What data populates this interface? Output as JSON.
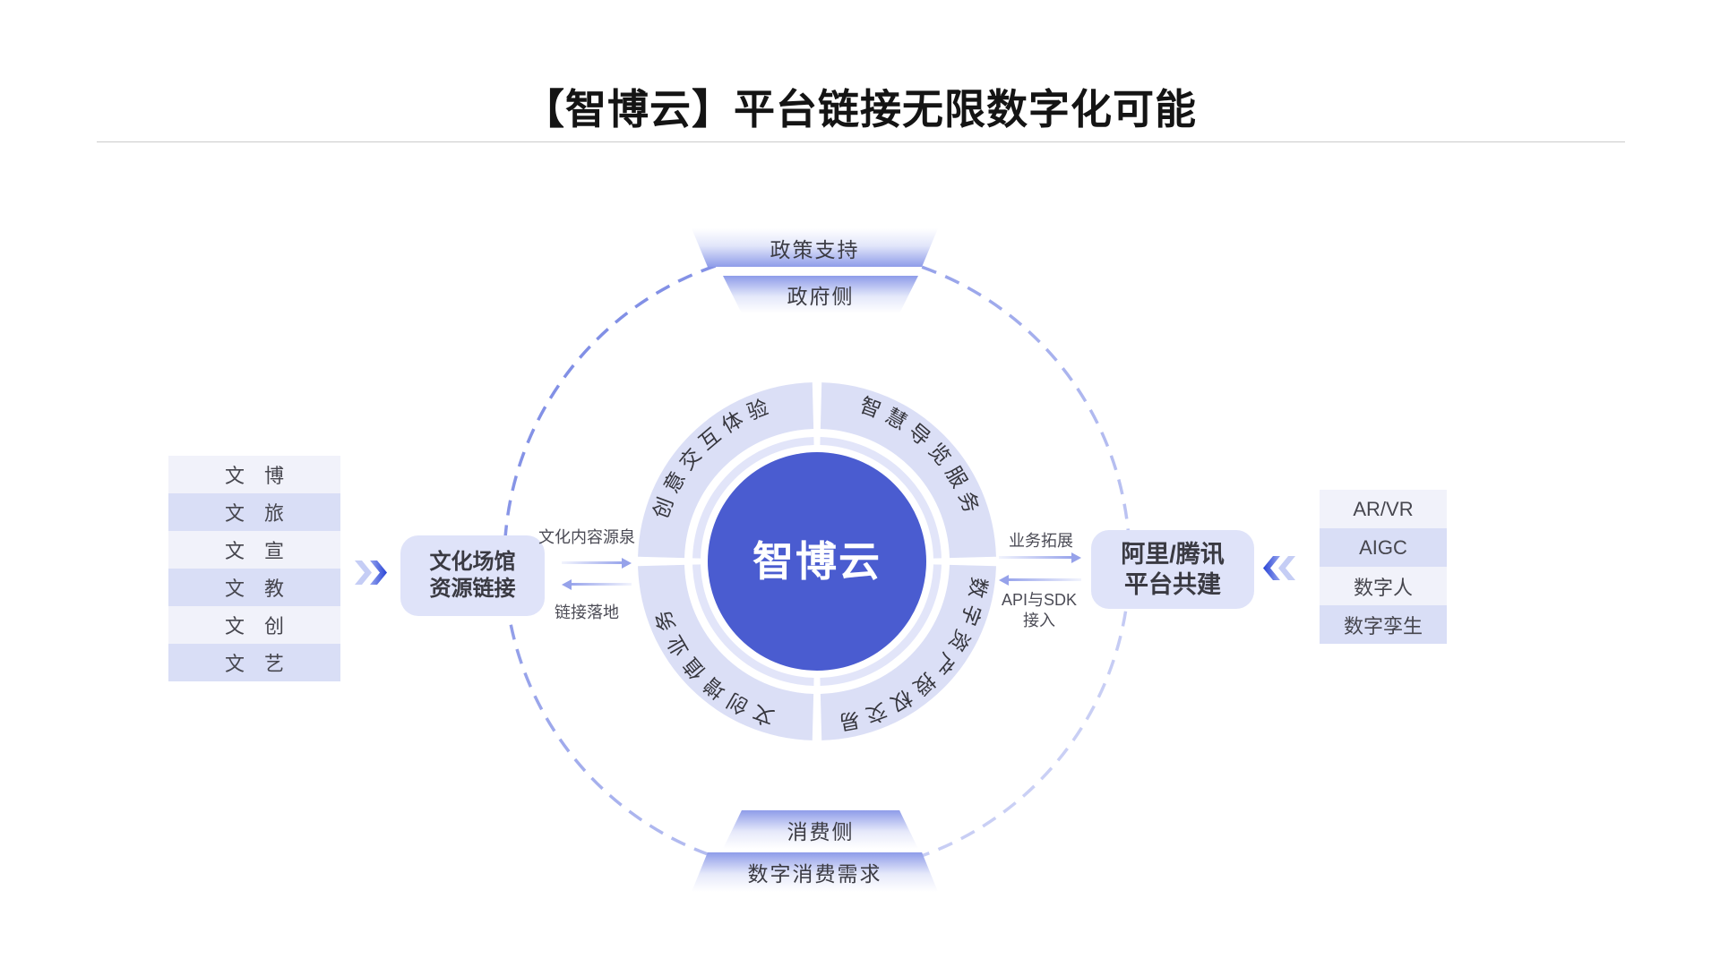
{
  "title": "【智博云】平台链接无限数字化可能",
  "center_label": "智博云",
  "ring": {
    "quadrants": [
      "创意交互体验",
      "智慧导览服务",
      "数字资产授权交易",
      "文创增值业务"
    ]
  },
  "government_funnel": {
    "outer": "政策支持",
    "inner": "政府侧"
  },
  "consumer_funnel": {
    "inner": "消费侧",
    "outer": "数字消费需求"
  },
  "left_panel": {
    "items": [
      "文　博",
      "文　旅",
      "文　宣",
      "文　教",
      "文　创",
      "文　艺"
    ],
    "box_line1": "文化场馆",
    "box_line2": "资源链接",
    "out_label": "文化内容源泉",
    "back_label": "链接落地"
  },
  "right_panel": {
    "box_line1": "阿里/腾讯",
    "box_line2": "平台共建",
    "items": [
      "AR/VR",
      "AIGC",
      "数字人",
      "数字孪生"
    ],
    "out_label": "业务拓展",
    "back_label_line1": "API与SDK",
    "back_label_line2": "接入"
  },
  "colors": {
    "center_circle": "#4a5cd0",
    "ring_band": "#dbdff6",
    "ring_thin_band": "#e2e5f9",
    "funnel_blue": "#8e9ce9",
    "row_light": "#f1f2fa",
    "row_shaded": "#d9def6",
    "box_bg": "#dfe3f9",
    "chevron_blue": "#2743d6",
    "dash_dark": "#7282e2",
    "dash_light": "#d9ddf8",
    "ring_text": "#35353c"
  }
}
